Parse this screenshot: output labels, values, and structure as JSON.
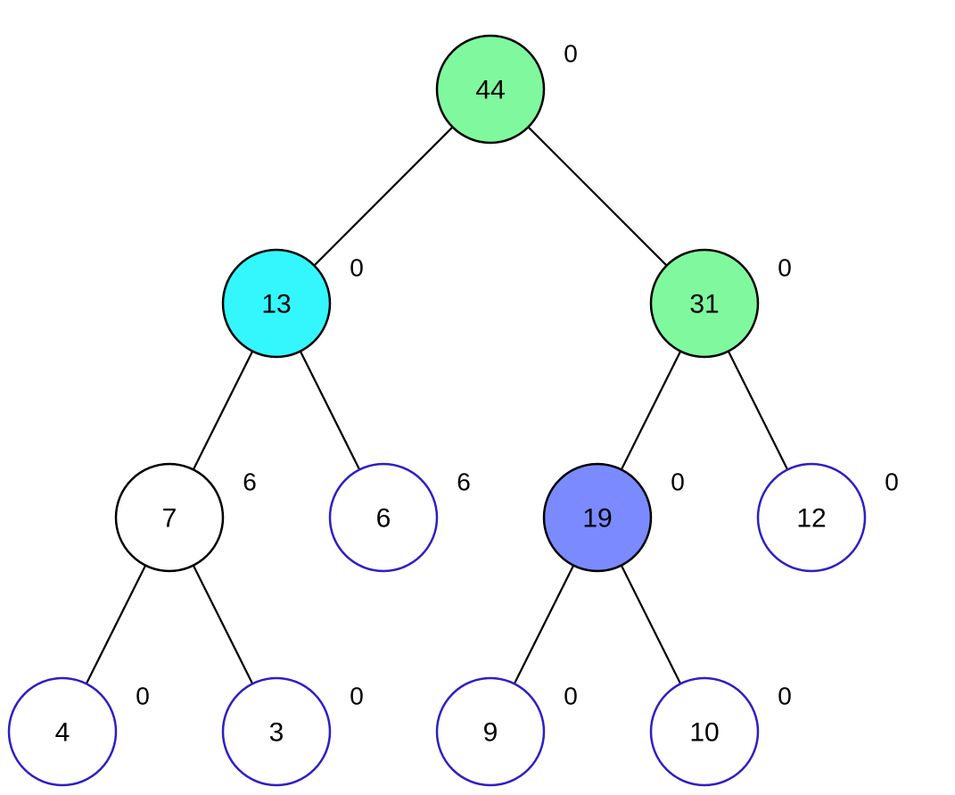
{
  "colors": {
    "green": "#80f99e",
    "cyan": "#33f7fd",
    "purple": "#7b8aff",
    "white": "#ffffff",
    "black_border": "#000000",
    "blue_border": "#2d1fc7"
  },
  "tree": {
    "nodes": [
      {
        "id": "n1",
        "value": "44",
        "lazy": "0",
        "fill": "green",
        "border": "black_border"
      },
      {
        "id": "n2",
        "value": "13",
        "lazy": "0",
        "fill": "cyan",
        "border": "black_border"
      },
      {
        "id": "n3",
        "value": "31",
        "lazy": "0",
        "fill": "green",
        "border": "black_border"
      },
      {
        "id": "n4",
        "value": "7",
        "lazy": "6",
        "fill": "white",
        "border": "black_border"
      },
      {
        "id": "n5",
        "value": "6",
        "lazy": "6",
        "fill": "white",
        "border": "blue_border"
      },
      {
        "id": "n6",
        "value": "19",
        "lazy": "0",
        "fill": "purple",
        "border": "black_border"
      },
      {
        "id": "n7",
        "value": "12",
        "lazy": "0",
        "fill": "white",
        "border": "blue_border"
      },
      {
        "id": "n8",
        "value": "4",
        "lazy": "0",
        "fill": "white",
        "border": "blue_border"
      },
      {
        "id": "n9",
        "value": "3",
        "lazy": "0",
        "fill": "white",
        "border": "blue_border"
      },
      {
        "id": "n10",
        "value": "9",
        "lazy": "0",
        "fill": "white",
        "border": "blue_border"
      },
      {
        "id": "n11",
        "value": "10",
        "lazy": "0",
        "fill": "white",
        "border": "blue_border"
      }
    ],
    "edges": [
      [
        "n1",
        "n2"
      ],
      [
        "n1",
        "n3"
      ],
      [
        "n2",
        "n4"
      ],
      [
        "n2",
        "n5"
      ],
      [
        "n3",
        "n6"
      ],
      [
        "n3",
        "n7"
      ],
      [
        "n4",
        "n8"
      ],
      [
        "n4",
        "n9"
      ],
      [
        "n6",
        "n10"
      ],
      [
        "n6",
        "n11"
      ]
    ]
  }
}
